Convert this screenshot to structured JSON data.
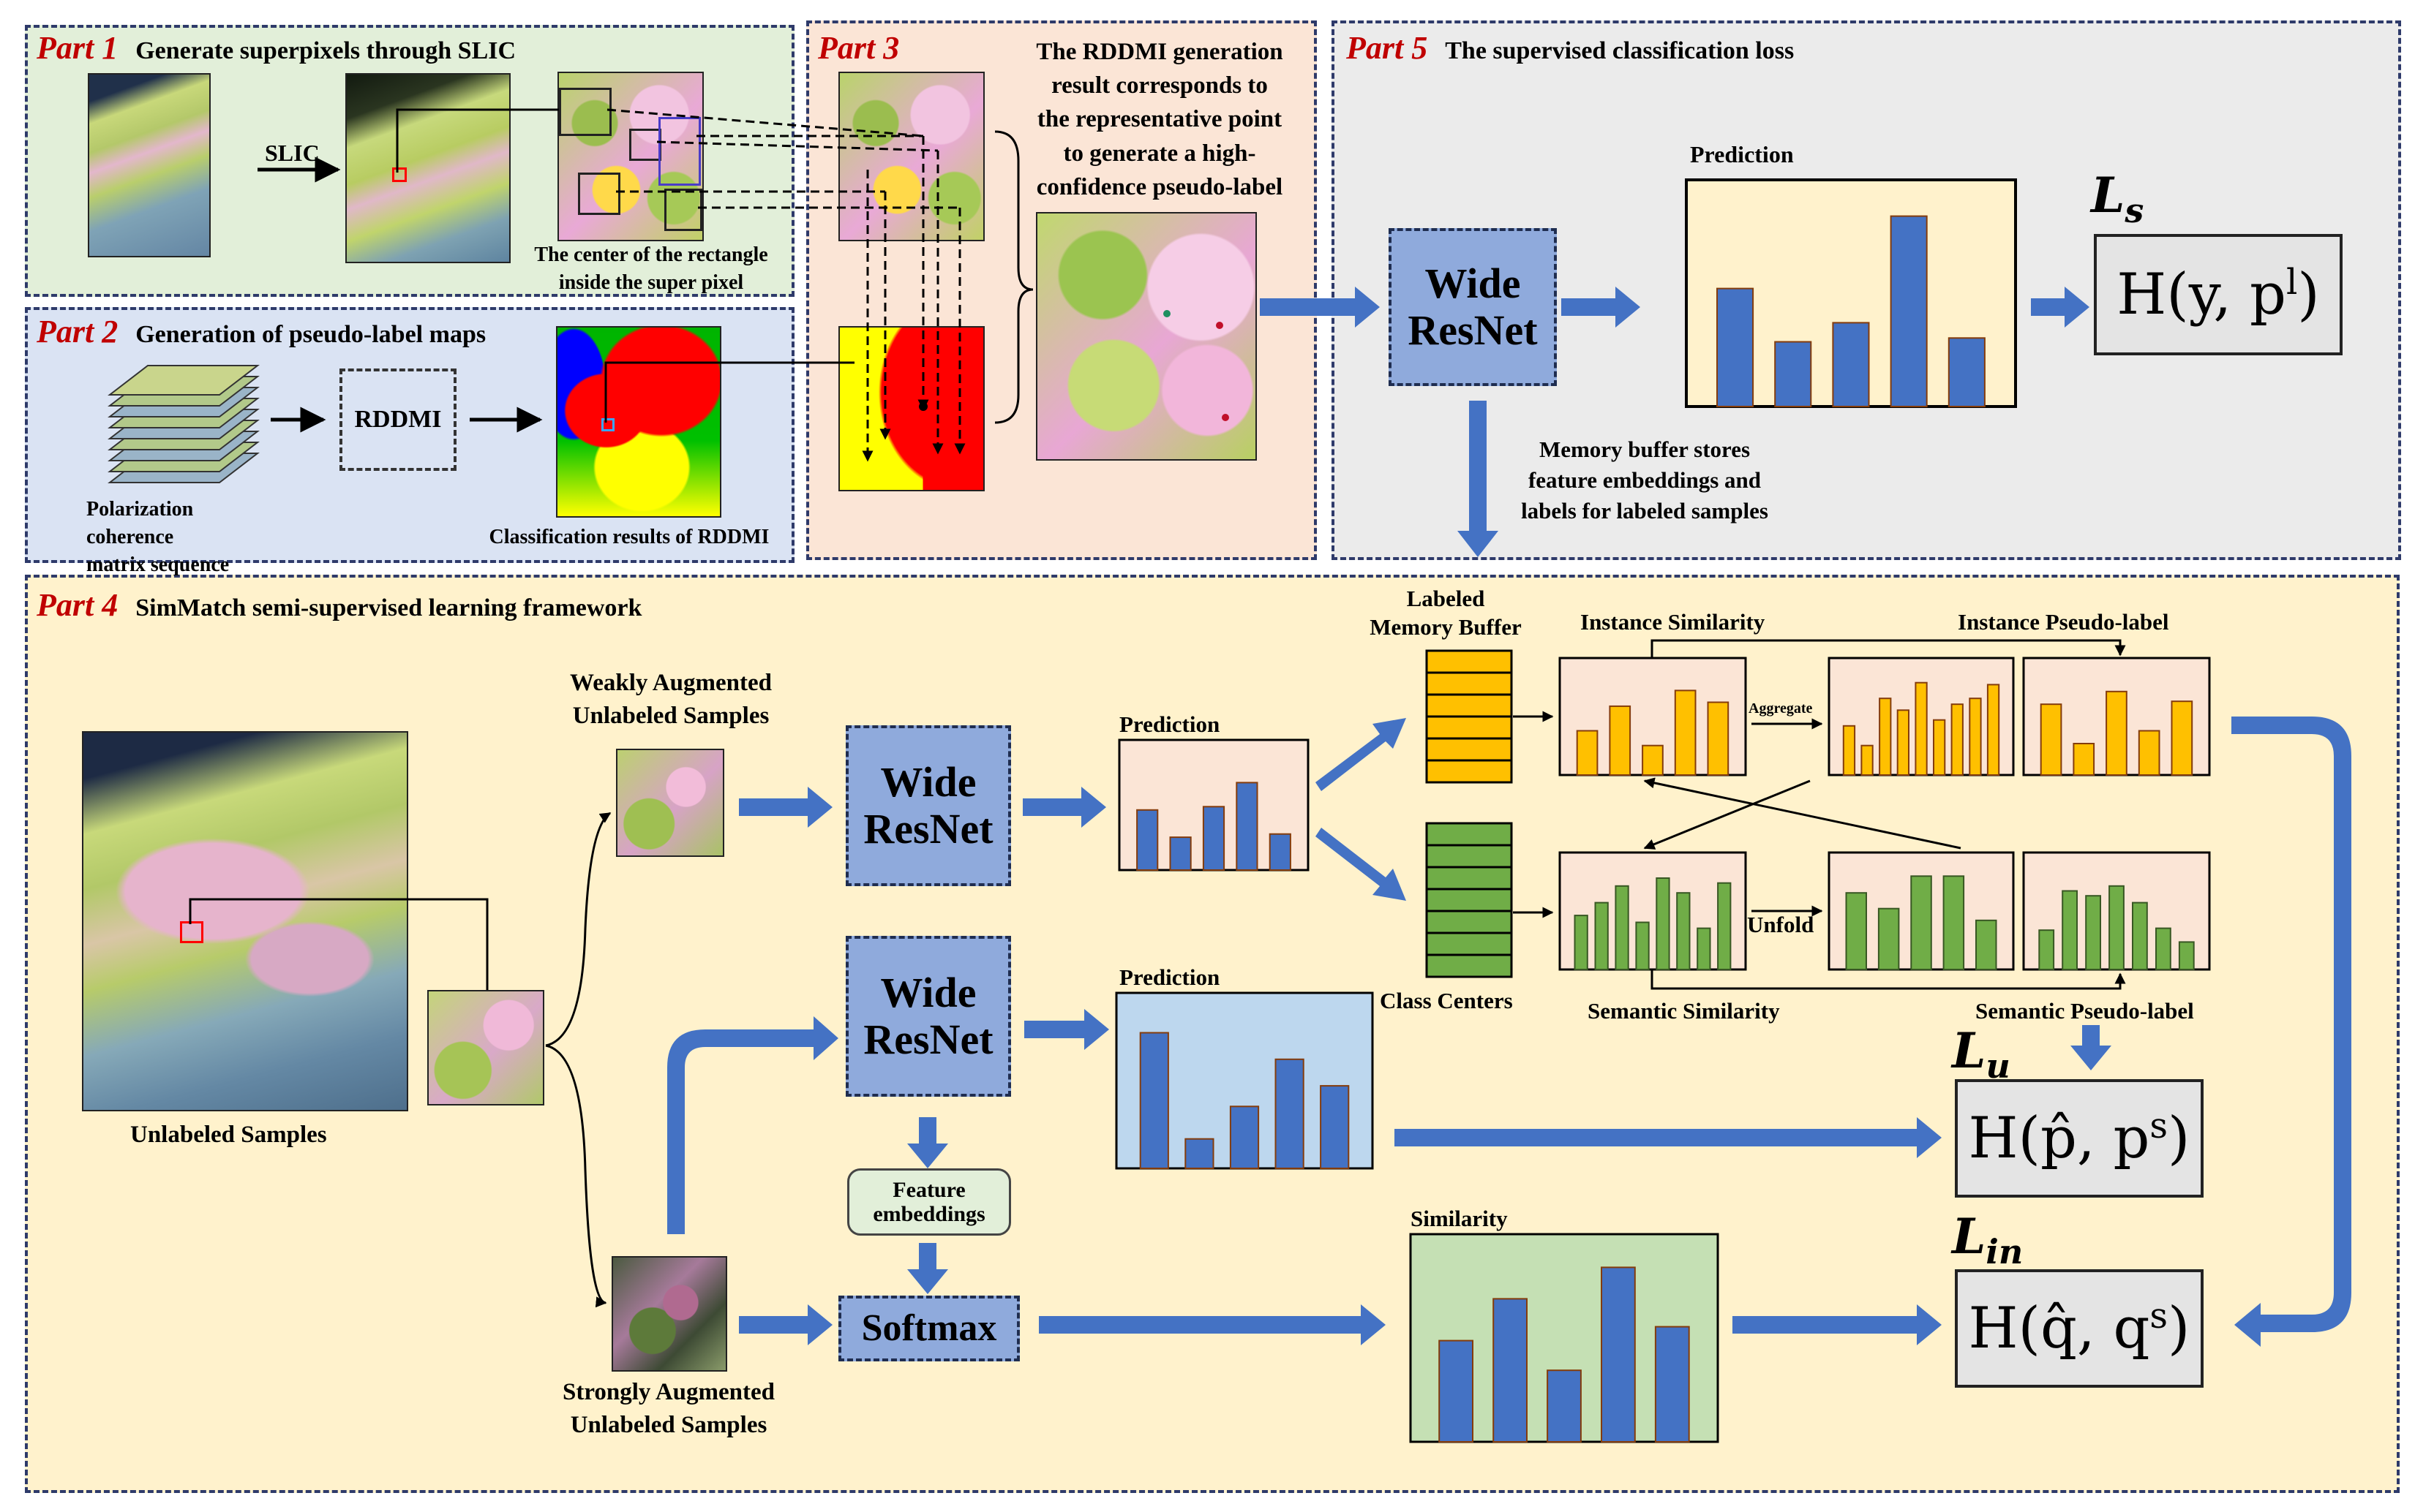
{
  "part1": {
    "num": "Part 1",
    "title": "Generate superpixels through SLIC",
    "slic_label": "SLIC",
    "center_caption": "The center of the rectangle\ninside the super pixel"
  },
  "part2": {
    "num": "Part 2",
    "title": "Generation of pseudo-label maps",
    "rddmi_label": "RDDMI",
    "seq_caption": "Polarization coherence\nmatrix sequence",
    "result_caption": "Classification results of RDDMI"
  },
  "part3": {
    "num": "Part 3",
    "title": "The RDDMI generation\nresult corresponds to\nthe representative point\nto generate a high-\nconfidence pseudo-label"
  },
  "part5": {
    "num": "Part 5",
    "title": "The supervised classification loss",
    "network": "Wide\nResNet",
    "prediction_label": "Prediction",
    "memory_caption": "Memory buffer stores\nfeature embeddings and\nlabels for labeled samples",
    "loss_name": "L",
    "loss_sub": "s",
    "loss_formula": "H(y, p^l)"
  },
  "part4": {
    "num": "Part 4",
    "title": "SimMatch semi-supervised learning framework",
    "unlabeled_caption": "Unlabeled Samples",
    "weak_caption": "Weakly  Augmented\nUnlabeled Samples",
    "strong_caption": "Strongly Augmented\nUnlabeled Samples",
    "network_weak": "Wide\nResNet",
    "network_strong": "Wide\nResNet",
    "prediction_weak": "Prediction",
    "prediction_strong": "Prediction",
    "labeled_memory": "Labeled\nMemory Buffer",
    "class_centers": "Class Centers",
    "instance_similarity": "Instance Similarity",
    "instance_pseudo": "Instance Pseudo-label",
    "semantic_similarity": "Semantic Similarity",
    "semantic_pseudo": "Semantic Pseudo-label",
    "aggregate": "Aggregate",
    "unfold": "Unfold",
    "feature_embeddings": "Feature\nembeddings",
    "softmax": "Softmax",
    "similarity": "Similarity",
    "lu_name": "L",
    "lu_sub": "u",
    "lu_formula": "H(p̂, p^s)",
    "lin_name": "L",
    "lin_sub": "in",
    "lin_formula": "H(q̂, q^s)"
  },
  "colors": {
    "panel1": "#e2efd9",
    "panel2": "#dae3f3",
    "panel3": "#fbe5d6",
    "panel5": "#ebebeb",
    "panel4": "#fff2cc",
    "bar": "#4472c4",
    "bar_border": "#843c0c",
    "arrow": "#4472c4",
    "network": "#8faadc",
    "instance": "#ffc000",
    "semantic": "#70ad47",
    "title_red": "#c00000"
  },
  "chart_data": [
    {
      "type": "bar",
      "title": "Prediction",
      "values": [
        0.62,
        0.34,
        0.44,
        1.0,
        0.36
      ]
    },
    {
      "type": "bar",
      "title": "Prediction",
      "values": [
        0.55,
        0.3,
        0.58,
        0.8,
        0.33
      ]
    },
    {
      "type": "bar",
      "title": "Prediction",
      "values": [
        0.92,
        0.2,
        0.42,
        0.74,
        0.56
      ]
    },
    {
      "type": "bar",
      "title": "Similarity",
      "values": [
        0.58,
        0.82,
        0.41,
        1.0,
        0.66
      ]
    },
    {
      "type": "bar",
      "title": "Instance Similarity",
      "values": [
        0.45,
        0.7,
        0.3,
        0.86,
        0.74
      ]
    },
    {
      "type": "bar",
      "title": "Aggregate",
      "values": [
        0.5,
        0.3,
        0.78,
        0.66,
        0.94,
        0.56,
        0.72,
        0.78,
        0.92
      ]
    },
    {
      "type": "bar",
      "title": "Instance Pseudo-label",
      "values": [
        0.72,
        0.32,
        0.85,
        0.45,
        0.75
      ]
    },
    {
      "type": "bar",
      "title": "Semantic Similarity",
      "values": [
        0.55,
        0.68,
        0.85,
        0.48,
        0.93,
        0.78,
        0.42,
        0.88
      ]
    },
    {
      "type": "bar",
      "title": "Unfold",
      "values": [
        0.78,
        0.62,
        0.95,
        0.95,
        0.5
      ]
    },
    {
      "type": "bar",
      "title": "Semantic Pseudo-label",
      "values": [
        0.4,
        0.8,
        0.75,
        0.85,
        0.68,
        0.42,
        0.28
      ]
    }
  ]
}
